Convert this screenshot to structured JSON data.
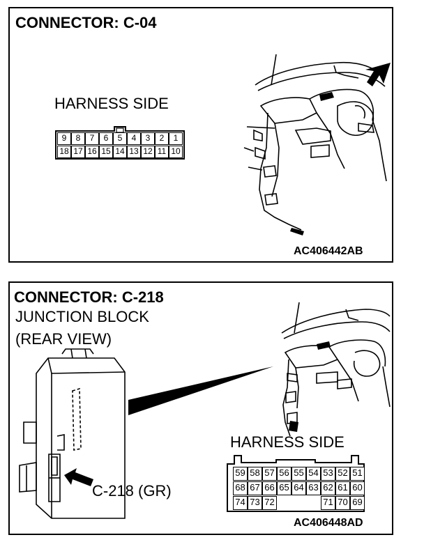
{
  "panel1": {
    "title": "CONNECTOR: C-04",
    "harness_label": "HARNESS SIDE",
    "pins_top": [
      "9",
      "8",
      "7",
      "6",
      "5",
      "4",
      "3",
      "2",
      "1"
    ],
    "pins_bottom": [
      "18",
      "17",
      "16",
      "15",
      "14",
      "13",
      "12",
      "11",
      "10"
    ],
    "code": "AC406442AB"
  },
  "panel2": {
    "title": "CONNECTOR: C-218",
    "subtitle_line1": "JUNCTION BLOCK",
    "subtitle_line2": "(REAR VIEW)",
    "callout": "C-218 (GR)",
    "harness_label": "HARNESS SIDE",
    "row1": [
      "59",
      "58",
      "57",
      "56",
      "55",
      "54",
      "53",
      "52",
      "51"
    ],
    "row2": [
      "68",
      "67",
      "66",
      "65",
      "64",
      "63",
      "62",
      "61",
      "60"
    ],
    "row3": [
      "74",
      "73",
      "72",
      "",
      "",
      "",
      "71",
      "70",
      "69"
    ],
    "code": "AC406448AD"
  }
}
